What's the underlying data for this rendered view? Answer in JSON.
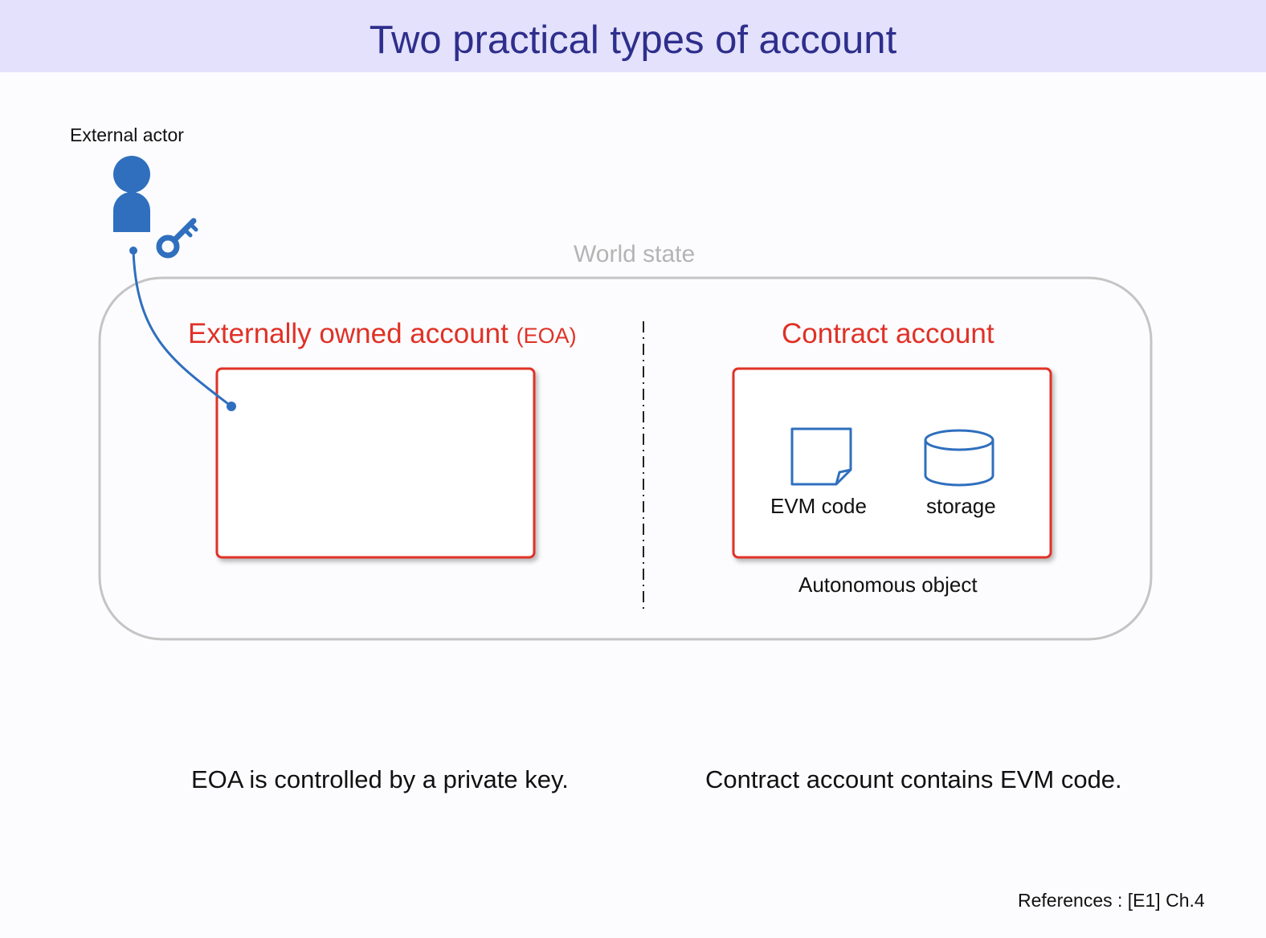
{
  "title": "Two practical types of account",
  "actor": {
    "label": "External actor"
  },
  "world_state": {
    "label": "World state"
  },
  "eoa": {
    "title": "Externally owned account",
    "title_suffix": "(EOA)",
    "caption": "EOA is controlled by a private key."
  },
  "contract": {
    "title": "Contract account",
    "code_label": "EVM code",
    "storage_label": "storage",
    "object_label": "Autonomous object",
    "caption": "Contract account contains EVM code."
  },
  "references": "References : [E1] Ch.4",
  "colors": {
    "title_bar": "#e3e1fb",
    "title_text": "#2e2e8c",
    "account_red": "#e03127",
    "actor_blue": "#2f6fbe",
    "world_border": "#c4c4c4"
  },
  "icons": [
    "person-icon",
    "key-icon",
    "document-icon",
    "database-icon"
  ]
}
